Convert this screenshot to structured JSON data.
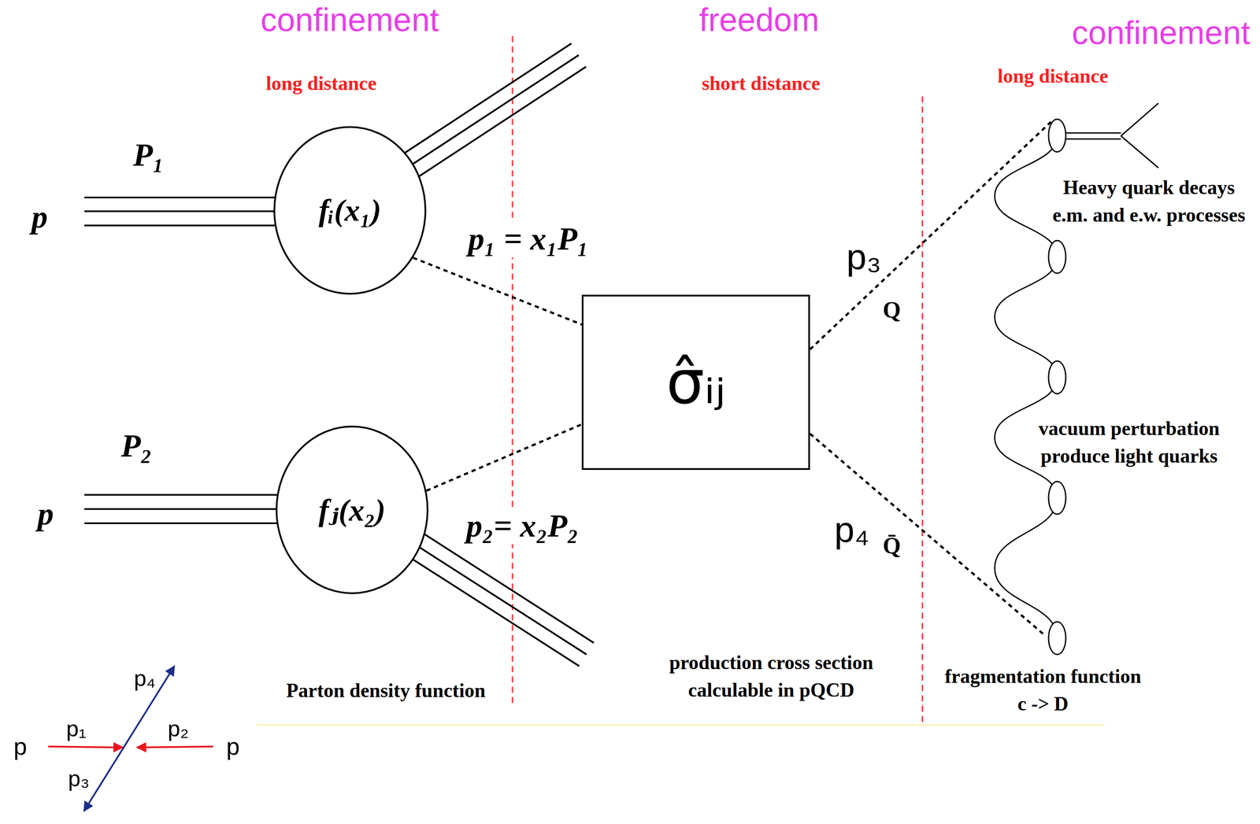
{
  "diagram": {
    "nodes": [
      {
        "text": [
          "fᵢ(x₁)"
        ]
      },
      {
        "text": [
          "fⱼ(x₂)"
        ]
      },
      {
        "text": [
          "σ̂ᵢⱼ"
        ]
      }
    ],
    "edges": [
      {
        "from": 0,
        "to": 2,
        "arrow": "none"
      },
      {
        "from": 1,
        "to": 2,
        "arrow": "none"
      }
    ],
    "labels": [
      "confinement",
      "freedom",
      "confinement",
      "long distance",
      "short distance",
      "long distance",
      "P₁",
      "p",
      "p₁ = x₁P₁",
      "p₃",
      "Q",
      "Heavy quark decays e.m. and e.w. processes",
      "P₂",
      "p",
      "p₂= x₂P₂",
      "p₄",
      "Q̄",
      "vacuum perturbation produce light quarks",
      "Parton density function",
      "production cross section calculable in pQCD",
      "fragmentation function c -> D",
      "p₄",
      "p₁",
      "p₂",
      "p",
      "p",
      "p₃"
    ]
  }
}
